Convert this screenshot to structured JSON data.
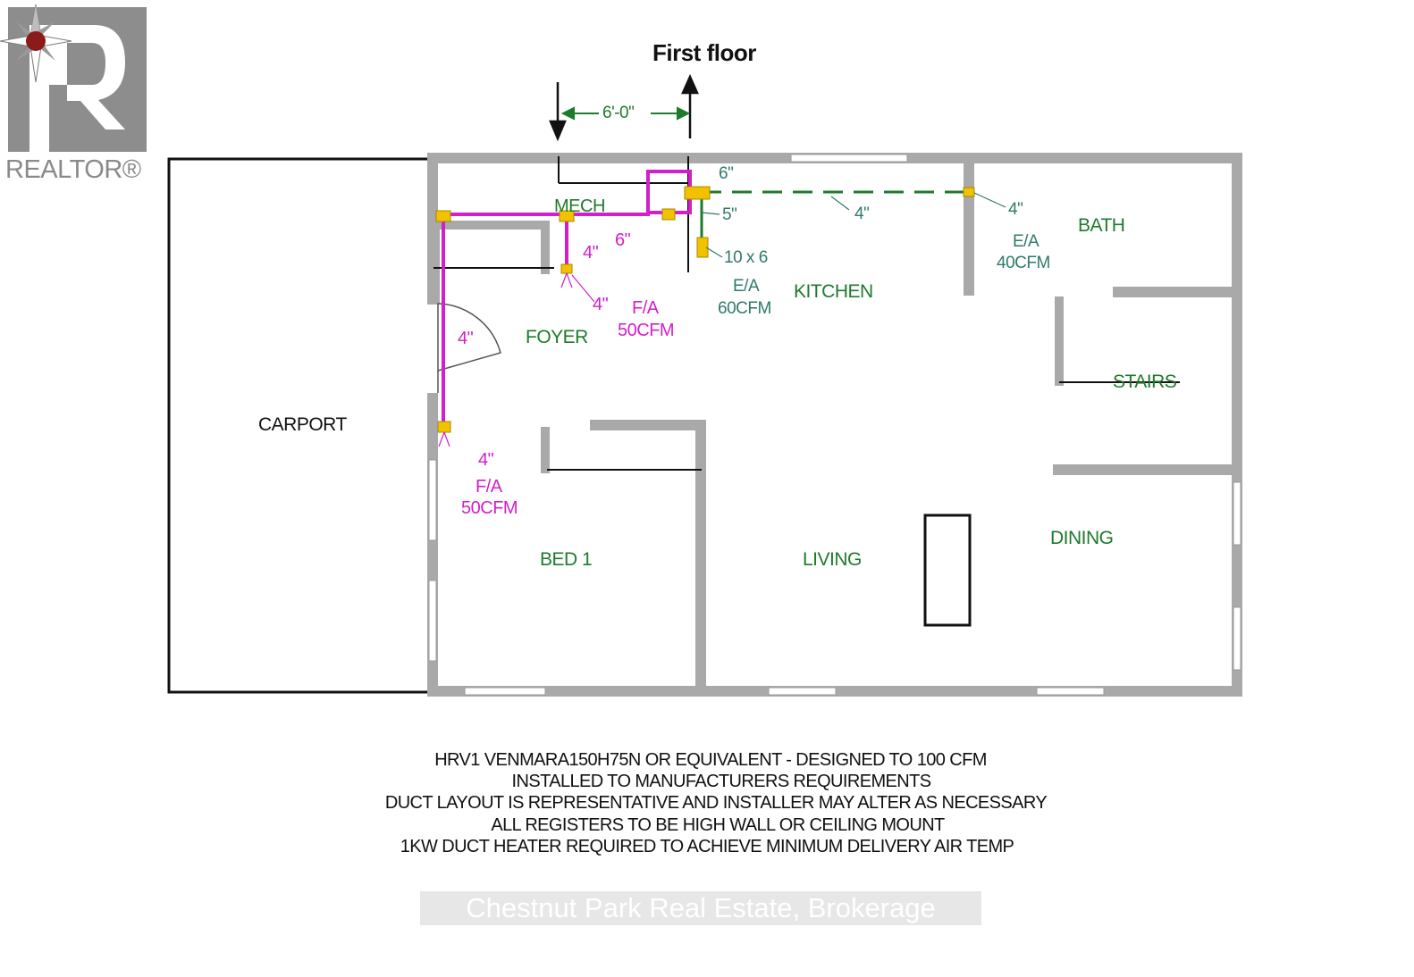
{
  "title": "First floor",
  "logo": {
    "wordmark": "REALTOR®",
    "icon": "realtor-r-logo-icon"
  },
  "rooms": {
    "carport": "CARPORT",
    "mech": "MECH",
    "foyer": "FOYER",
    "kitchen": "KITCHEN",
    "bath": "BATH",
    "stairs": "STAIRS",
    "bed1": "BED 1",
    "living": "LIVING",
    "dining": "DINING"
  },
  "dimensions": {
    "width_6ft": "6'-0\""
  },
  "ducts": {
    "d6_top": "6\"",
    "d5": "5\"",
    "d4_kitchen": "4\"",
    "d4_bath": "4\"",
    "d10x6": "10 x 6",
    "d6_mid": "6\"",
    "d4_mech": "4\"",
    "d4_foyer": "4\"",
    "d4_left": "4\"",
    "d4_bed": "4\""
  },
  "airflow": {
    "bath_ea": "E/A",
    "bath_cfm": "40CFM",
    "kitchen_ea": "E/A",
    "kitchen_cfm": "60CFM",
    "foyer_fa": "F/A",
    "foyer_cfm": "50CFM",
    "bed_fa": "F/A",
    "bed_cfm": "50CFM"
  },
  "notes": [
    "HRV1 VENMARA150H75N OR EQUIVALENT - DESIGNED TO 100 CFM",
    "INSTALLED TO MANUFACTURERS REQUIREMENTS",
    "DUCT LAYOUT IS REPRESENTATIVE AND INSTALLER MAY ALTER AS NECESSARY",
    "ALL REGISTERS TO BE HIGH WALL OR CEILING MOUNT",
    "1KW DUCT HEATER REQUIRED TO ACHIEVE MINIMUM DELIVERY AIR TEMP"
  ],
  "watermark": "Chestnut Park Real Estate, Brokerage",
  "colors": {
    "wall": "#a9a9a9",
    "supply_duct": "#d21fc9",
    "exhaust_duct": "#1e7a2c",
    "fitting": "#f2c200"
  }
}
